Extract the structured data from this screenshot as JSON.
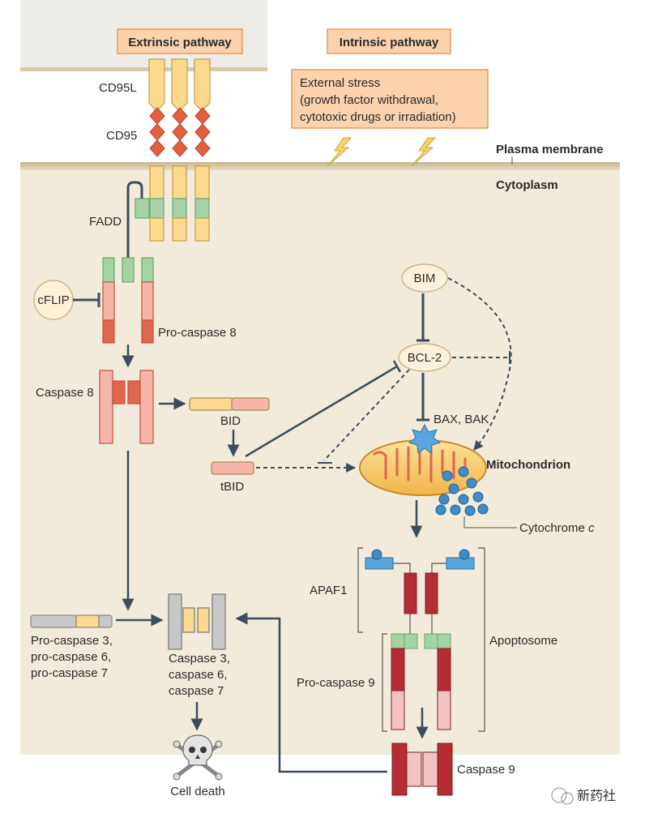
{
  "pathways": {
    "extrinsic": "Extrinsic pathway",
    "intrinsic": "Intrinsic pathway"
  },
  "stress": {
    "line1": "External stress",
    "line2": "(growth factor withdrawal,",
    "line3": "cytotoxic drugs or irradiation)"
  },
  "compartments": {
    "membrane": "Plasma membrane",
    "cytoplasm": "Cytoplasm"
  },
  "molecules": {
    "cd95l": "CD95L",
    "cd95": "CD95",
    "fadd": "FADD",
    "cflip": "cFLIP",
    "procaspase8": "Pro-caspase 8",
    "caspase8": "Caspase 8",
    "bid": "BID",
    "tbid": "tBID",
    "bim": "BIM",
    "bcl2": "BCL-2",
    "baxbak": "BAX, BAK",
    "mitochondrion": "Mitochondrion",
    "cytochrome_prefix": "Cytochrome ",
    "cytochrome_italic": "c",
    "apaf1": "APAF1",
    "apoptosome": "Apoptosome",
    "procaspase9": "Pro-caspase 9",
    "caspase9": "Caspase 9",
    "procaspase3_lines": [
      "Pro-caspase 3,",
      "pro-caspase 6,",
      "pro-caspase 7"
    ],
    "caspase3_lines": [
      "Caspase 3,",
      "caspase 6,",
      "caspase 7"
    ],
    "celldeath": "Cell death"
  },
  "watermark": "新药社",
  "colors": {
    "extracellular": "#f1f0eb",
    "cytoplasm": "#f2ebdc",
    "membrane": "#d6c6a3",
    "label_box": "#fbd2ac",
    "label_box_border": "#e49a60",
    "ligand": "#fbd98f",
    "receptor": "#e3603f",
    "fadd_green": "#a5d3a5",
    "caspase8_pink": "#f6b5a9",
    "caspase8_red": "#e0664f",
    "caspase9_dark": "#b62c35",
    "caspase9_light": "#f3c3c3",
    "bubble": "#fdf2d9",
    "mito_fill": "#f7c85e",
    "cyt_c": "#3f8cc8",
    "effector_grey": "#c8c8c8",
    "arrow": "#3d4c5c"
  }
}
